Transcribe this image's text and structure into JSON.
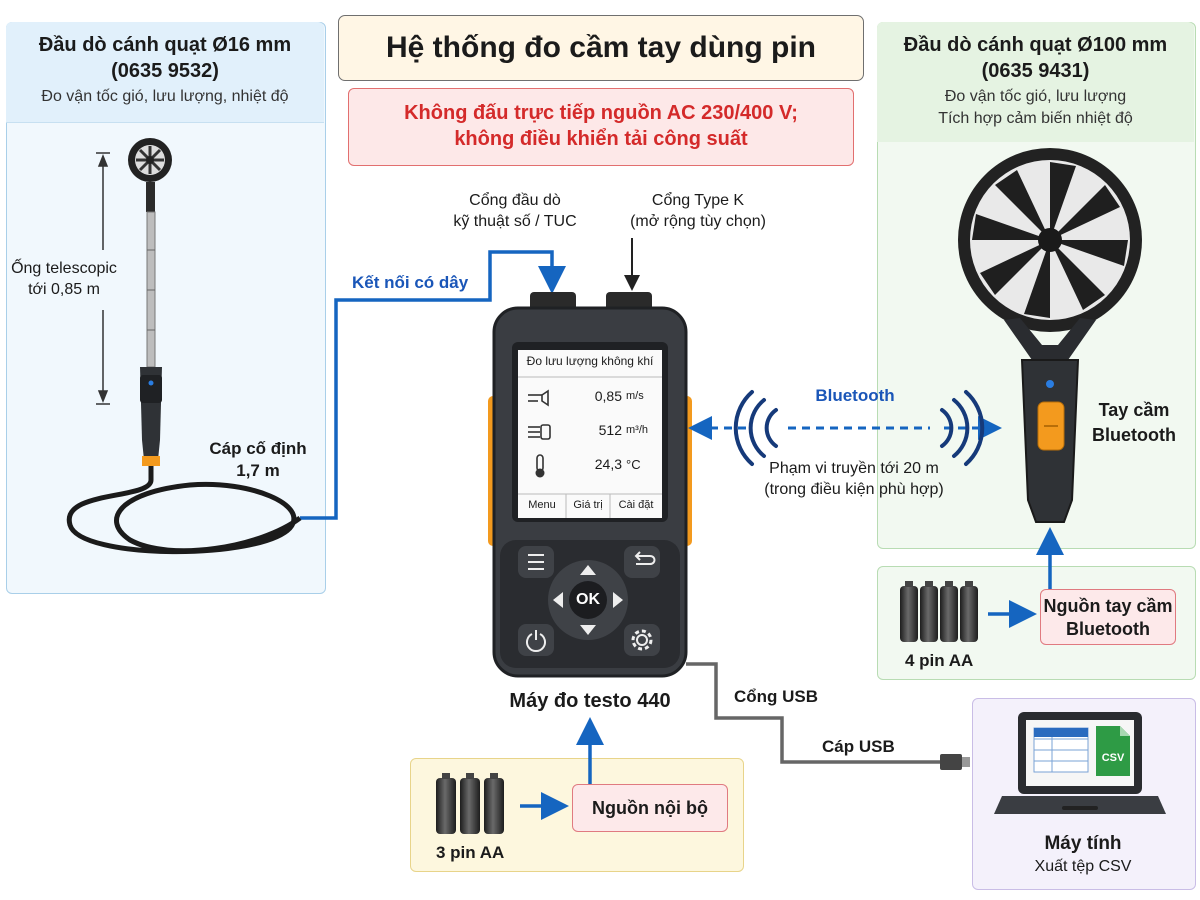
{
  "title": "Hệ thống đo cầm tay dùng pin",
  "warning": {
    "line1": "Không đấu trực tiếp nguồn AC 230/400 V;",
    "line2": "không điều khiển tải công suất"
  },
  "probe_left": {
    "name": "Đầu dò cánh quạt Ø16 mm",
    "code": "(0635 9532)",
    "desc": "Đo vận tốc gió, lưu lượng, nhiệt độ",
    "telescopic_1": "Ống telescopic",
    "telescopic_2": "tới 0,85 m",
    "cable_1": "Cáp cố định",
    "cable_2": "1,7 m"
  },
  "wired_label": "Kết nối có dây",
  "port_digital": {
    "line1": "Cổng đầu dò",
    "line2": "kỹ thuật số / TUC"
  },
  "port_typek": {
    "line1": "Cổng Type K",
    "line2": "(mở rộng tùy chọn)"
  },
  "device": {
    "name": "Máy đo testo 440",
    "screen_title": "Đo lưu lượng không khí",
    "rows": [
      {
        "value": "0,85",
        "unit": "m/s"
      },
      {
        "value": "512",
        "unit": "m³/h"
      },
      {
        "value": "24,3",
        "unit": "°C"
      }
    ],
    "softkeys": [
      "Menu",
      "Giá trị",
      "Cài đặt"
    ],
    "ok_label": "OK"
  },
  "probe_right": {
    "name": "Đầu dò cánh quạt Ø100 mm",
    "code": "(0635 9431)",
    "desc_1": "Đo vận tốc gió, lưu lượng",
    "desc_2": "Tích hợp cảm biến nhiệt độ",
    "handle_1": "Tay cầm",
    "handle_2": "Bluetooth"
  },
  "bluetooth": {
    "label": "Bluetooth",
    "range_1": "Phạm vi truyền tới 20 m",
    "range_2": "(trong điều kiện phù hợp)"
  },
  "handle_power": {
    "line1": "Nguồn tay cầm",
    "line2": "Bluetooth",
    "battery": "4 pin AA"
  },
  "internal_power": {
    "label": "Nguồn nội bộ",
    "battery": "3 pin AA"
  },
  "usb": {
    "port": "Cổng USB",
    "cable": "Cáp USB"
  },
  "computer": {
    "name": "Máy tính",
    "export": "Xuất tệp CSV",
    "file_badge": "CSV"
  },
  "colors": {
    "connector_blue": "#1565c0",
    "usb_gray": "#666666",
    "warning_red": "#d42a2a",
    "accent_orange": "#f39a1e"
  }
}
